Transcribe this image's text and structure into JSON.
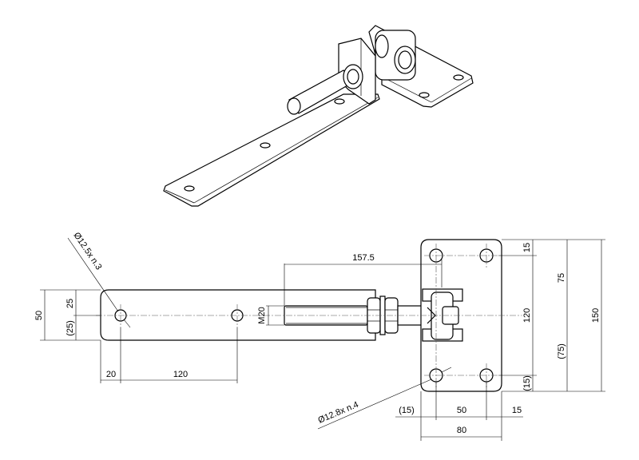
{
  "drawing": {
    "strap": {
      "width_total": "50",
      "half_width_top": "25",
      "half_width_bottom": "(25)",
      "hole_label": "Ø12.5x n.3",
      "edge_to_hole": "20",
      "hole_spacing": "120",
      "thread": "M20",
      "pin_length": "157.5"
    },
    "plate": {
      "hole_label": "Ø12.8x n.4",
      "height_total": "150",
      "hole_spacing_v": "120",
      "top_margin": "15",
      "bottom_margin": "(15)",
      "half_height_top": "75",
      "half_height_bottom": "(75)",
      "left_margin": "(15)",
      "hole_spacing_h": "50",
      "right_margin": "15",
      "width_total": "80"
    }
  }
}
